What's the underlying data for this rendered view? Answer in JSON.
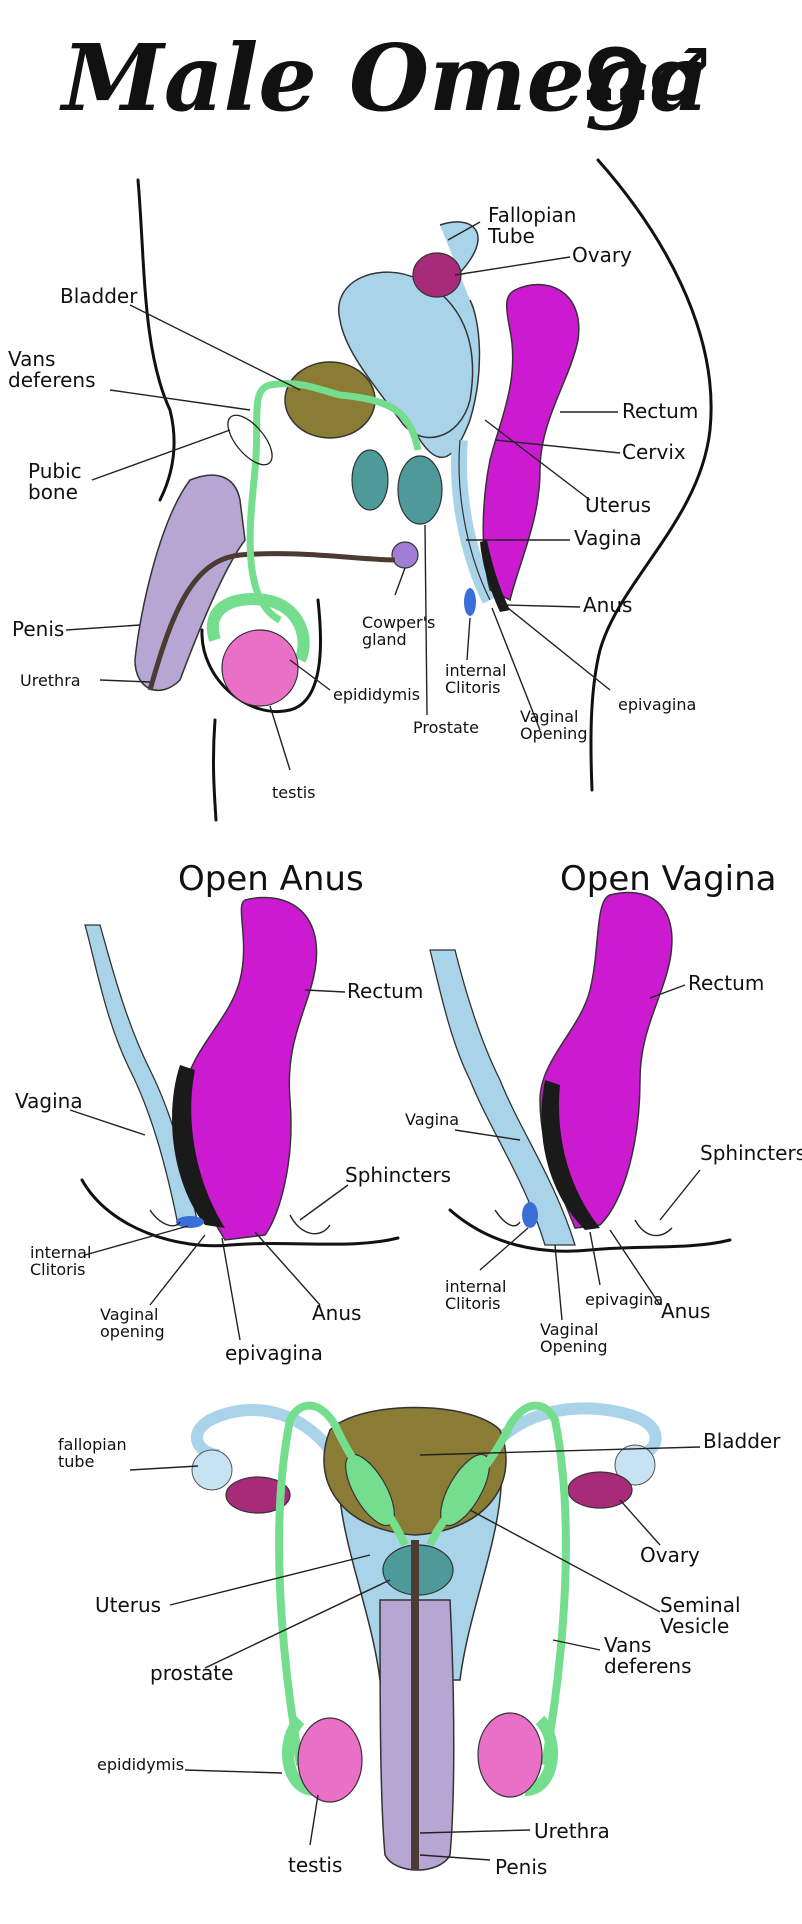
{
  "title": "Male Omega",
  "symbols": "Ω♂",
  "colors": {
    "symbols": "#2bc437",
    "rectum": "#cc1ad1",
    "bladder": "#8a7b35",
    "uterus": "#a9d3e8",
    "penis": "#b7a6d3",
    "testis": "#e96fc7",
    "vas_deferens": "#74de8e",
    "prostate": "#4e9a9a",
    "ovary": "#a82b7a",
    "epivagina": "#1a1a1a",
    "cowper": "#a07ed8",
    "clitoris": "#3b6fd8",
    "outline": "#111111"
  },
  "side_view": {
    "labels": {
      "fallopian_tube": "Fallopian\nTube",
      "ovary": "Ovary",
      "bladder": "Bladder",
      "vas_deferens": "Vans\ndeferens",
      "rectum": "Rectum",
      "cervix": "Cervix",
      "pubic_bone": "Pubic\nbone",
      "uterus": "Uterus",
      "vagina": "Vagina",
      "cowpers_gland": "Cowper's\ngland",
      "anus": "Anus",
      "penis": "Penis",
      "epididymis": "epididymis",
      "internal_clitoris": "internal\nClitoris",
      "epivagina": "epivagina",
      "urethra": "Urethra",
      "prostate": "Prostate",
      "vaginal_opening": "Vaginal\nOpening",
      "testis": "testis"
    }
  },
  "open_anus": {
    "title": "Open Anus",
    "labels": {
      "rectum": "Rectum",
      "vagina": "Vagina",
      "sphincters": "Sphincters",
      "internal_clitoris": "internal\nClitoris",
      "anus": "Anus",
      "vaginal_opening": "Vaginal\nopening",
      "epivagina": "epivagina"
    }
  },
  "open_vagina": {
    "title": "Open Vagina",
    "labels": {
      "rectum": "Rectum",
      "vagina": "Vagina",
      "sphincters": "Sphincters",
      "internal_clitoris": "internal\nClitoris",
      "epivagina": "epivagina",
      "anus": "Anus",
      "vaginal_opening": "Vaginal\nOpening"
    }
  },
  "front_view": {
    "labels": {
      "fallopian_tube": "fallopian\ntube",
      "bladder": "Bladder",
      "ovary": "Ovary",
      "uterus": "Uterus",
      "seminal_vesicle": "Seminal\nVesicle",
      "prostate": "prostate",
      "vas_deferens": "Vans\ndeferens",
      "epididymis": "epididymis",
      "urethra": "Urethra",
      "testis": "testis",
      "penis": "Penis"
    }
  }
}
